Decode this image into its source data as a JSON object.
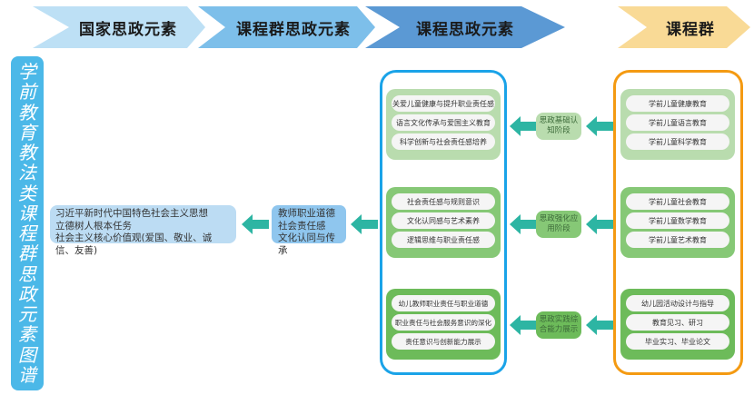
{
  "header": {
    "chevrons": [
      {
        "label": "国家思政元素",
        "color": "#bde0f5"
      },
      {
        "label": "课程群思政元素",
        "color": "#7dbfea"
      },
      {
        "label": "课程思政元素",
        "color": "#5b99d4"
      },
      {
        "label": "课程群",
        "color": "#f9da96"
      }
    ]
  },
  "vertical_title": [
    "学",
    "前",
    "教",
    "育",
    "教",
    "法",
    "类",
    "课",
    "程",
    "群",
    "思",
    "政",
    "元",
    "素",
    "图",
    "谱"
  ],
  "national_elements": {
    "lines": [
      "习近平新时代中国特色社会主义思想",
      "立德树人根本任务",
      "社会主义核心价值观(爱国、敬业、诚信、友善)"
    ]
  },
  "course_group_elements": {
    "lines": [
      "教师职业道德",
      "社会责任感",
      "文化认同与传承"
    ]
  },
  "course_elements": {
    "groups": [
      {
        "items": [
          "关爱儿童健康与提升职业责任感",
          "语言文化传承与爱国主义教育",
          "科学创新与社会责任感培养"
        ]
      },
      {
        "items": [
          "社会责任感与规则意识",
          "文化认同感与艺术素养",
          "逻辑思维与职业责任感"
        ]
      },
      {
        "items": [
          "幼儿教师职业责任与职业道德",
          "职业责任与社会服务意识的深化",
          "责任意识与创新能力展示"
        ]
      }
    ]
  },
  "stages": [
    {
      "label": "思政基础认知阶段",
      "color": "#b9dcae"
    },
    {
      "label": "思政强化应用阶段",
      "color": "#86c876"
    },
    {
      "label": "思政实践综合能力展示",
      "color": "#6dbb5a"
    }
  ],
  "course_group": {
    "groups": [
      {
        "items": [
          "学前儿童健康教育",
          "学前儿童语言教育",
          "学前儿童科学教育"
        ]
      },
      {
        "items": [
          "学前儿童社会教育",
          "学前儿童数学教育",
          "学前儿童艺术教育"
        ]
      },
      {
        "items": [
          "幼儿园活动设计与指导",
          "教育见习、研习",
          "毕业实习、毕业论文"
        ]
      }
    ]
  },
  "colors": {
    "arrow": "#2db5a3",
    "blue_frame": "#1aa3e8",
    "orange_frame": "#f49a12"
  }
}
